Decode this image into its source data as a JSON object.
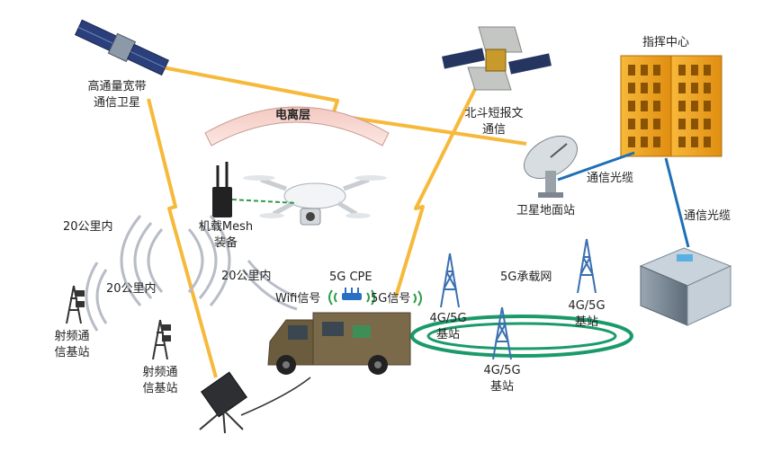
{
  "labels": {
    "hts_satellite": [
      "高通量宽带",
      "通信卫星"
    ],
    "beidou_satellite": [
      "北斗短报文",
      "通信"
    ],
    "command_center": "指挥中心",
    "ionosphere": "电离层",
    "mesh_equipment": [
      "机载Mesh",
      "装备"
    ],
    "ground_station": "卫星地面站",
    "fiber_cable_1": "通信光缆",
    "fiber_cable_2": "通信光缆",
    "range_1": "20公里内",
    "range_2": "20公里内",
    "range_3": "20公里内",
    "cpe": "5G CPE",
    "wifi_signal": "Wifi信号",
    "fiveg_signal": "5G信号",
    "bearer_network": "5G承载网",
    "rf_station_1": [
      "射频通",
      "信基站"
    ],
    "rf_station_2": [
      "射频通",
      "信基站"
    ],
    "base_station_1": [
      "4G/5G",
      "基站"
    ],
    "base_station_2": [
      "4G/5G",
      "基站"
    ],
    "base_station_3": [
      "4G/5G",
      "基站"
    ]
  },
  "colors": {
    "lightning": "#f6b93b",
    "fiber": "#1f6fb5",
    "ring": "#1a9a6a",
    "tower": "#3a6fb0",
    "building": "#f2a21b",
    "vehicle": "#7b6a4a"
  }
}
